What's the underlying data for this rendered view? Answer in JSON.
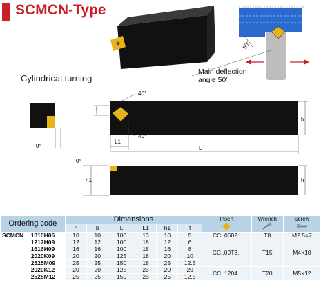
{
  "title": "SCMCN-Type",
  "subtitle": "Cylindrical turning",
  "deflection_note": [
    "Main deflection",
    "angle 50°"
  ],
  "labels": {
    "angle_40_top": "40°",
    "angle_40_bottom": "40°",
    "angle_50": "50°",
    "angle_0_left": "0°",
    "angle_0_side": "0°",
    "dim_f": "f",
    "dim_L1": "L1",
    "dim_L": "L",
    "dim_b": "b",
    "dim_h": "h",
    "dim_h1": "h1"
  },
  "table": {
    "ordering_code_label": "Ordering code",
    "dimensions_label": "Dimensions",
    "insert_label": "Insert",
    "wrench_label": "Wrench",
    "screw_label": "Screw",
    "columns": [
      "h",
      "b",
      "L",
      "L1",
      "h1",
      "f"
    ],
    "prefix": "SCMCN",
    "rows": [
      {
        "code": "1010H06",
        "h": "10",
        "b": "10",
        "L": "100",
        "L1": "13",
        "h1": "10",
        "f": "5"
      },
      {
        "code": "1212H09",
        "h": "12",
        "b": "12",
        "L": "100",
        "L1": "18",
        "h1": "12",
        "f": "6"
      },
      {
        "code": "1616H09",
        "h": "16",
        "b": "16",
        "L": "100",
        "L1": "18",
        "h1": "16",
        "f": "8"
      },
      {
        "code": "2020K09",
        "h": "20",
        "b": "20",
        "L": "125",
        "L1": "18",
        "h1": "20",
        "f": "10"
      },
      {
        "code": "2525M09",
        "h": "25",
        "b": "25",
        "L": "150",
        "L1": "18",
        "h1": "25",
        "f": "12.5"
      },
      {
        "code": "2020K12",
        "h": "20",
        "b": "20",
        "L": "125",
        "L1": "23",
        "h1": "20",
        "f": "20"
      },
      {
        "code": "2525M12",
        "h": "25",
        "b": "25",
        "L": "150",
        "L1": "23",
        "h1": "25",
        "f": "12.5"
      }
    ],
    "insert_groups": [
      "CC..0602..",
      "CC..09T3..",
      "CC..1204.."
    ],
    "wrench_groups": [
      "T8",
      "T15",
      "T20"
    ],
    "screw_groups": [
      "M2.5×7",
      "M4×10",
      "M5×12"
    ]
  },
  "colors": {
    "title_red": "#c8202a",
    "header_blue": "#b8d2e6",
    "insert_gold": "#e8b21a",
    "workpiece_blue": "#2a6bd0"
  }
}
